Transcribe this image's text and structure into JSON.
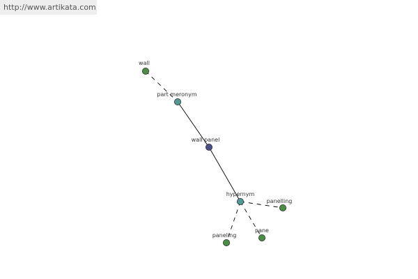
{
  "header": {
    "url": "http://www.artikata.com"
  },
  "colors": {
    "background": "#ffffff",
    "url_bar": "#eeeeee",
    "url_text": "#555555",
    "edge": "#000000",
    "label": "#333333",
    "node_stroke": "#2a2a2a",
    "root_node": "#4a4f8a",
    "relation_node": "#4f9a93",
    "word_node": "#4a8f44"
  },
  "graph": {
    "nodes": [
      {
        "id": "wall",
        "label": "wall",
        "kind": "word"
      },
      {
        "id": "part_meronym",
        "label": "part meronym",
        "kind": "relation"
      },
      {
        "id": "wall_panel",
        "label": "wall panel",
        "kind": "root"
      },
      {
        "id": "hypernym",
        "label": "hypernym",
        "kind": "relation"
      },
      {
        "id": "panelling",
        "label": "panelling",
        "kind": "word"
      },
      {
        "id": "pane",
        "label": "pane",
        "kind": "word"
      },
      {
        "id": "paneling",
        "label": "paneling",
        "kind": "word"
      }
    ],
    "edges": [
      {
        "from": "wall",
        "to": "part_meronym",
        "style": "dashed"
      },
      {
        "from": "part_meronym",
        "to": "wall_panel",
        "style": "solid"
      },
      {
        "from": "wall_panel",
        "to": "hypernym",
        "style": "solid"
      },
      {
        "from": "hypernym",
        "to": "panelling",
        "style": "dashed"
      },
      {
        "from": "hypernym",
        "to": "pane",
        "style": "dashed"
      },
      {
        "from": "hypernym",
        "to": "paneling",
        "style": "dashed"
      }
    ]
  }
}
